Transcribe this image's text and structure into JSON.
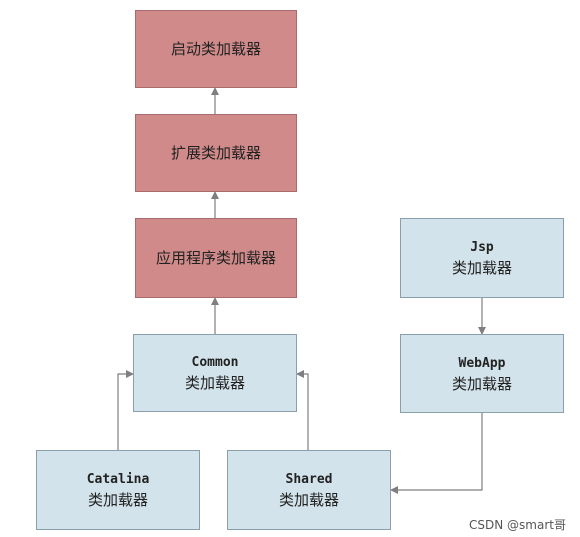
{
  "nodes": {
    "bootstrap": {
      "label": "启动类加载器"
    },
    "extension": {
      "label": "扩展类加载器"
    },
    "application": {
      "label": "应用程序类加载器"
    },
    "common": {
      "name": "Common",
      "label": "类加载器"
    },
    "catalina": {
      "name": "Catalina",
      "label": "类加载器"
    },
    "shared": {
      "name": "Shared",
      "label": "类加载器"
    },
    "jsp": {
      "name": "Jsp",
      "label": "类加载器"
    },
    "webapp": {
      "name": "WebApp",
      "label": "类加载器"
    }
  },
  "edges": [
    {
      "from": "extension",
      "to": "bootstrap"
    },
    {
      "from": "application",
      "to": "extension"
    },
    {
      "from": "common",
      "to": "application"
    },
    {
      "from": "catalina",
      "to": "common"
    },
    {
      "from": "shared",
      "to": "common"
    },
    {
      "from": "jsp",
      "to": "webapp"
    },
    {
      "from": "webapp",
      "to": "shared"
    }
  ],
  "colors": {
    "parent_box": "#d08a8a",
    "child_box": "#d3e3eb",
    "connector": "#7f7f7f"
  },
  "watermark": "CSDN @smart哥"
}
